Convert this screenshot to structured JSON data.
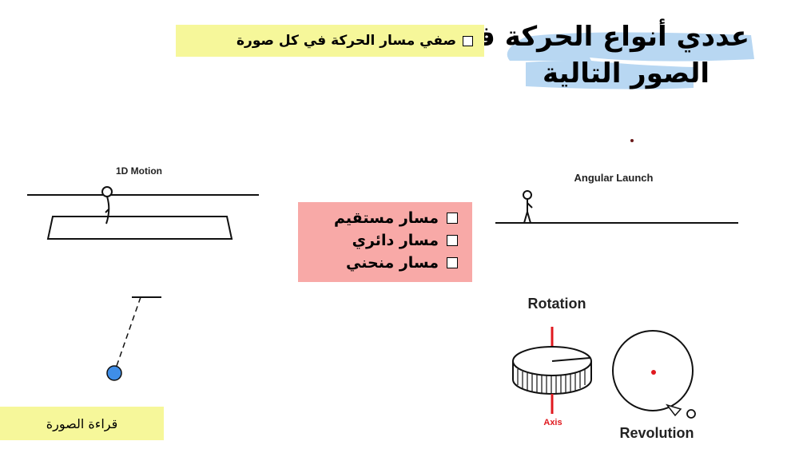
{
  "title": {
    "line1": "عددي أنواع الحركة في",
    "line2": "الصور التالية"
  },
  "task": {
    "label": "صفي مسار الحركة في كل صورة"
  },
  "options": [
    "مسار مستقيم",
    "مسار دائري",
    "مسار منحني"
  ],
  "read_image": "قراءة الصورة",
  "figures": {
    "motion_1d": "1D Motion",
    "angular_launch": "Angular Launch",
    "rotation": "Rotation",
    "axis": "Axis",
    "revolution": "Revolution"
  },
  "colors": {
    "title_highlight": "#b8d7f2",
    "task_bg": "#f6f79a",
    "options_bg": "#f8a9a7",
    "axis_red": "#e0191f",
    "pendulum_bob": "#3f8ee8",
    "dot": "#6b1a1a"
  }
}
